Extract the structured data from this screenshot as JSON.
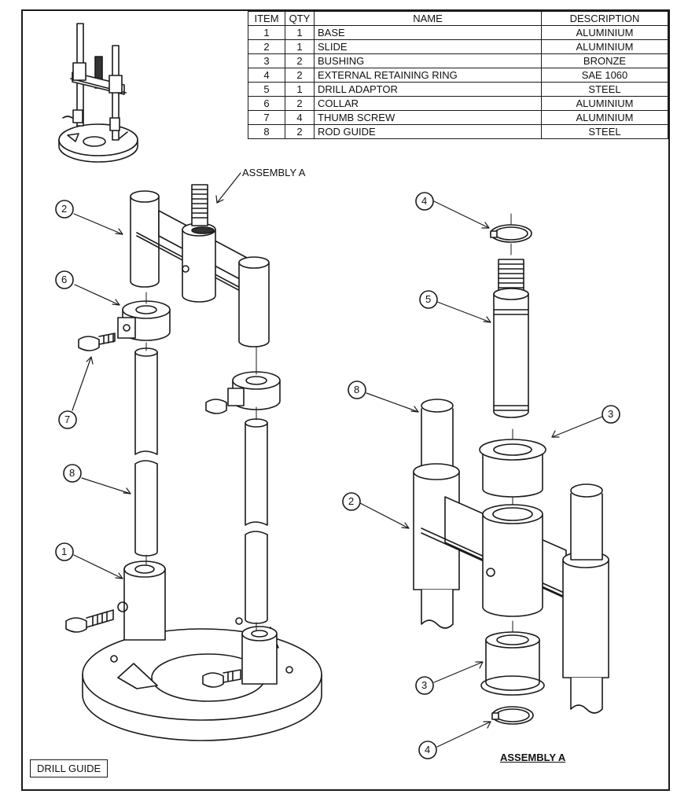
{
  "bom": {
    "headers": {
      "item": "ITEM",
      "qty": "QTY",
      "name": "NAME",
      "description": "DESCRIPTION"
    },
    "rows": [
      {
        "item": "1",
        "qty": "1",
        "name": "BASE",
        "description": "ALUMINIUM"
      },
      {
        "item": "2",
        "qty": "1",
        "name": "SLIDE",
        "description": "ALUMINIUM"
      },
      {
        "item": "3",
        "qty": "2",
        "name": "BUSHING",
        "description": "BRONZE"
      },
      {
        "item": "4",
        "qty": "2",
        "name": "EXTERNAL RETAINING RING",
        "description": "SAE 1060"
      },
      {
        "item": "5",
        "qty": "1",
        "name": "DRILL ADAPTOR",
        "description": "STEEL"
      },
      {
        "item": "6",
        "qty": "2",
        "name": "COLLAR",
        "description": "ALUMINIUM"
      },
      {
        "item": "7",
        "qty": "4",
        "name": "THUMB SCREW",
        "description": "ALUMINIUM"
      },
      {
        "item": "8",
        "qty": "2",
        "name": "ROD GUIDE",
        "description": "STEEL"
      }
    ]
  },
  "labels": {
    "assembly_pointer": "ASSEMBLY A",
    "assembly_title": "ASSEMBLY A",
    "drawing_title": "DRILL GUIDE"
  },
  "callouts": {
    "left": [
      "2",
      "6",
      "7",
      "8",
      "1"
    ],
    "right": [
      "4",
      "5",
      "8",
      "3",
      "2",
      "3",
      "4"
    ]
  }
}
